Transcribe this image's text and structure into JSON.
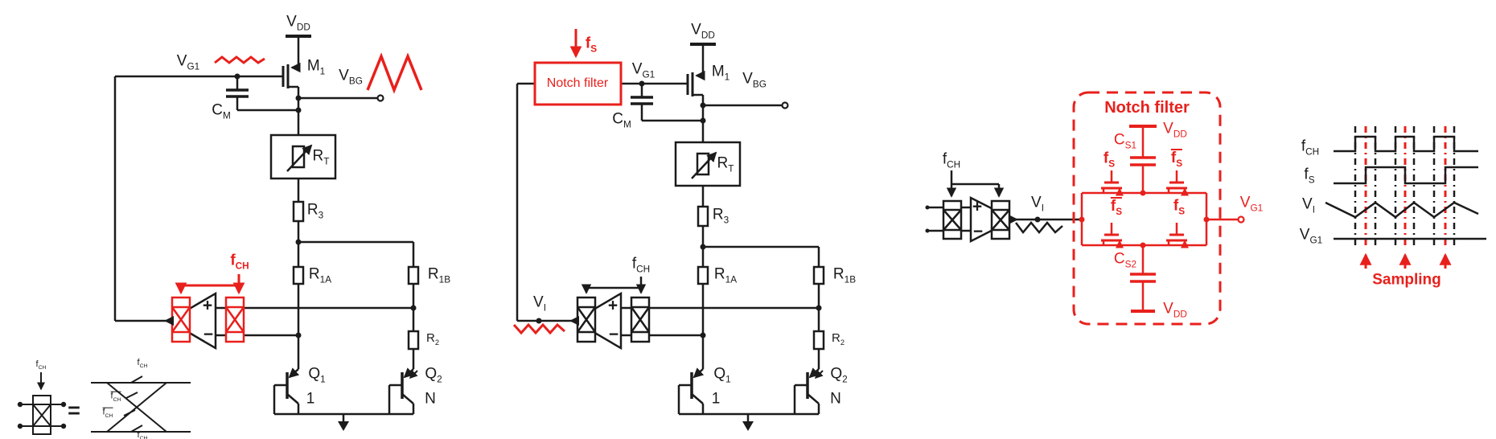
{
  "colors": {
    "accent_red": "#e8201c",
    "line_black": "#1b1b1b",
    "background": "#ffffff"
  },
  "amp": {
    "plus": "+",
    "minus": "−"
  },
  "panel_left": {
    "vdd": {
      "main": "V",
      "sub": "DD"
    },
    "vg1": {
      "main": "V",
      "sub": "G1"
    },
    "m1": {
      "main": "M",
      "sub": "1"
    },
    "vbg": {
      "main": "V",
      "sub": "BG"
    },
    "cm": {
      "main": "C",
      "sub": "M"
    },
    "rt": {
      "main": "R",
      "sub": "T"
    },
    "r3": {
      "main": "R",
      "sub": "3"
    },
    "r1a": {
      "main": "R",
      "sub": "1A"
    },
    "r1b": {
      "main": "R",
      "sub": "1B"
    },
    "r2": {
      "main": "R",
      "sub": "2"
    },
    "q1": {
      "main": "Q",
      "sub": "1"
    },
    "q1_ratio": "1",
    "q2": {
      "main": "Q",
      "sub": "2"
    },
    "q2_ratio": "N",
    "fch": {
      "main": "f",
      "sub": "CH"
    }
  },
  "legend": {
    "fch_in": {
      "main": "f",
      "sub": "CH"
    },
    "equals": "=",
    "sw_top": {
      "main": "f",
      "sub": "CH"
    },
    "sw_cross1": {
      "main": "f",
      "sub": "CH"
    },
    "sw_cross2": {
      "main": "f",
      "sub": "CH"
    },
    "sw_bottom": {
      "main": "f",
      "sub": "CH"
    }
  },
  "panel_mid": {
    "fs": {
      "main": "f",
      "sub": "S"
    },
    "notch_label": "Notch filter",
    "vg1": {
      "main": "V",
      "sub": "G1"
    },
    "vdd": {
      "main": "V",
      "sub": "DD"
    },
    "m1": {
      "main": "M",
      "sub": "1"
    },
    "vbg": {
      "main": "V",
      "sub": "BG"
    },
    "cm": {
      "main": "C",
      "sub": "M"
    },
    "rt": {
      "main": "R",
      "sub": "T"
    },
    "r3": {
      "main": "R",
      "sub": "3"
    },
    "r1a": {
      "main": "R",
      "sub": "1A"
    },
    "r1b": {
      "main": "R",
      "sub": "1B"
    },
    "r2": {
      "main": "R",
      "sub": "2"
    },
    "q1": {
      "main": "Q",
      "sub": "1"
    },
    "q1_ratio": "1",
    "q2": {
      "main": "Q",
      "sub": "2"
    },
    "q2_ratio": "N",
    "fch": {
      "main": "f",
      "sub": "CH"
    },
    "vi": {
      "main": "V",
      "sub": "I"
    }
  },
  "panel_right": {
    "fch": {
      "main": "f",
      "sub": "CH"
    },
    "vi": {
      "main": "V",
      "sub": "I"
    },
    "notch_title": "Notch filter",
    "cs1": {
      "main": "C",
      "sub": "S1"
    },
    "cs2": {
      "main": "C",
      "sub": "S2"
    },
    "vdd_top": {
      "main": "V",
      "sub": "DD"
    },
    "vdd_bot": {
      "main": "V",
      "sub": "DD"
    },
    "fs_top_left": {
      "main": "f",
      "sub": "S"
    },
    "fsbar_top_right": {
      "main": "f",
      "sub": "S"
    },
    "fsbar_mid_left": {
      "main": "f",
      "sub": "S"
    },
    "fs_mid_right": {
      "main": "f",
      "sub": "S"
    },
    "vg1": {
      "main": "V",
      "sub": "G1"
    }
  },
  "waveforms": {
    "row_fch": {
      "main": "f",
      "sub": "CH"
    },
    "row_fs": {
      "main": "f",
      "sub": "S"
    },
    "row_vi": {
      "main": "V",
      "sub": "I"
    },
    "row_vg1": {
      "main": "V",
      "sub": "G1"
    },
    "sampling": "Sampling"
  }
}
